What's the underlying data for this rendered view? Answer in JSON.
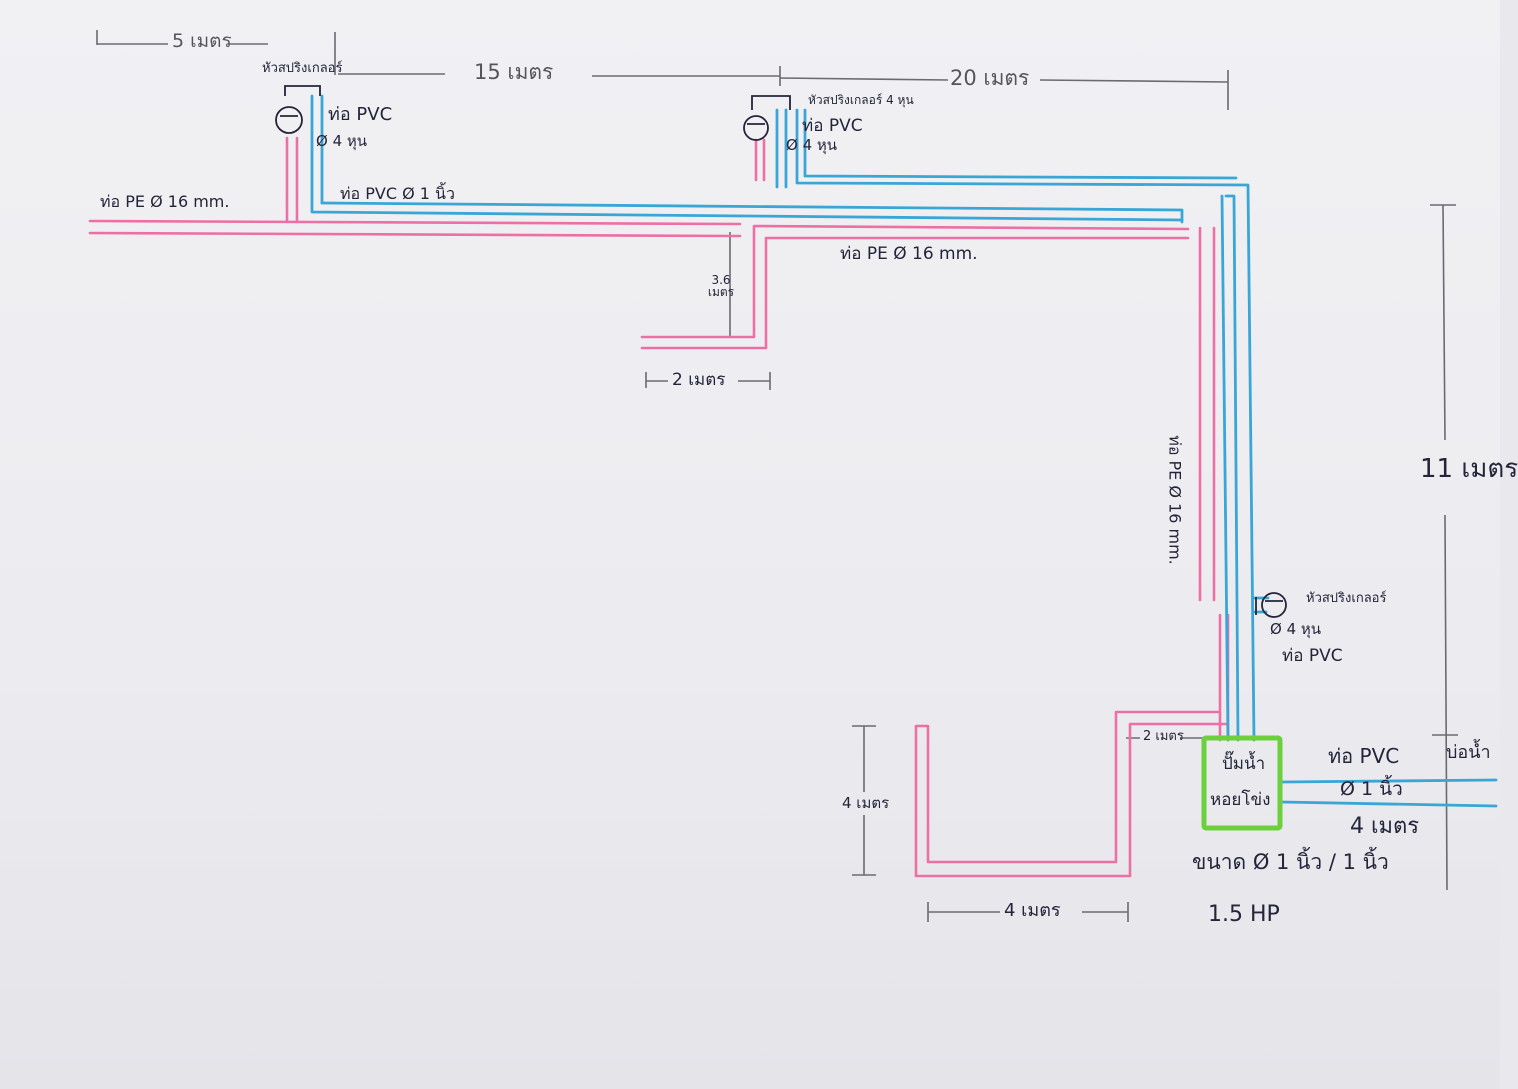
{
  "colors": {
    "pvc_pipe": "#3aa6d6",
    "pe_pipe": "#ec6fa6",
    "pump_box": "#6ccf3c",
    "ink": "#24243a",
    "pencil": "#6a6a70",
    "paper": "#f0f0f3"
  },
  "labels": {
    "dim_top_left": "5 เมตร",
    "dim_top_mid": "15 เมตร",
    "dim_top_right": "20 เมตร",
    "dim_right_vertical": "11 เมตร",
    "dim_branch_short": "2 เมตร",
    "dim_branch_height": "3.6 เมตร",
    "dim_lower_left_vertical": "4 เมตร",
    "dim_lower_bottom": "4 เมตร",
    "dim_lower_link": "2 เมตร",
    "dim_outlet_length": "4 เมตร",
    "sprinkler_1": "หัวสปริงเกลอร์",
    "sprinkler_1_pipe": "ท่อ PVC",
    "sprinkler_1_size": "Ø 4 หุน",
    "sprinkler_2": "หัวสปริงเกลอร์ 4 หุน",
    "sprinkler_2_pipe": "ท่อ PVC",
    "sprinkler_2_size": "Ø 4 หุน",
    "sprinkler_3": "หัวสปริงเกลอร์",
    "sprinkler_3_size": "Ø 4 หุน",
    "sprinkler_3_pipe": "ท่อ PVC",
    "pipe_pe_left": "ท่อ PE Ø 16 mm.",
    "pipe_pvc_main": "ท่อ PVC Ø 1 นิ้ว",
    "pipe_pe_right": "ท่อ PE Ø 16 mm.",
    "pipe_pe_vertical": "ท่อ PE Ø 16 mm.",
    "pump_line1": "ปั๊มน้ำ",
    "pump_line2": "หอยโข่ง",
    "pump_size": "ขนาด Ø 1 นิ้ว / 1 นิ้ว",
    "pump_power": "1.5 HP",
    "outlet_pipe": "ท่อ PVC",
    "outlet_size": "Ø 1 นิ้ว",
    "well": "บ่อน้ำ"
  }
}
